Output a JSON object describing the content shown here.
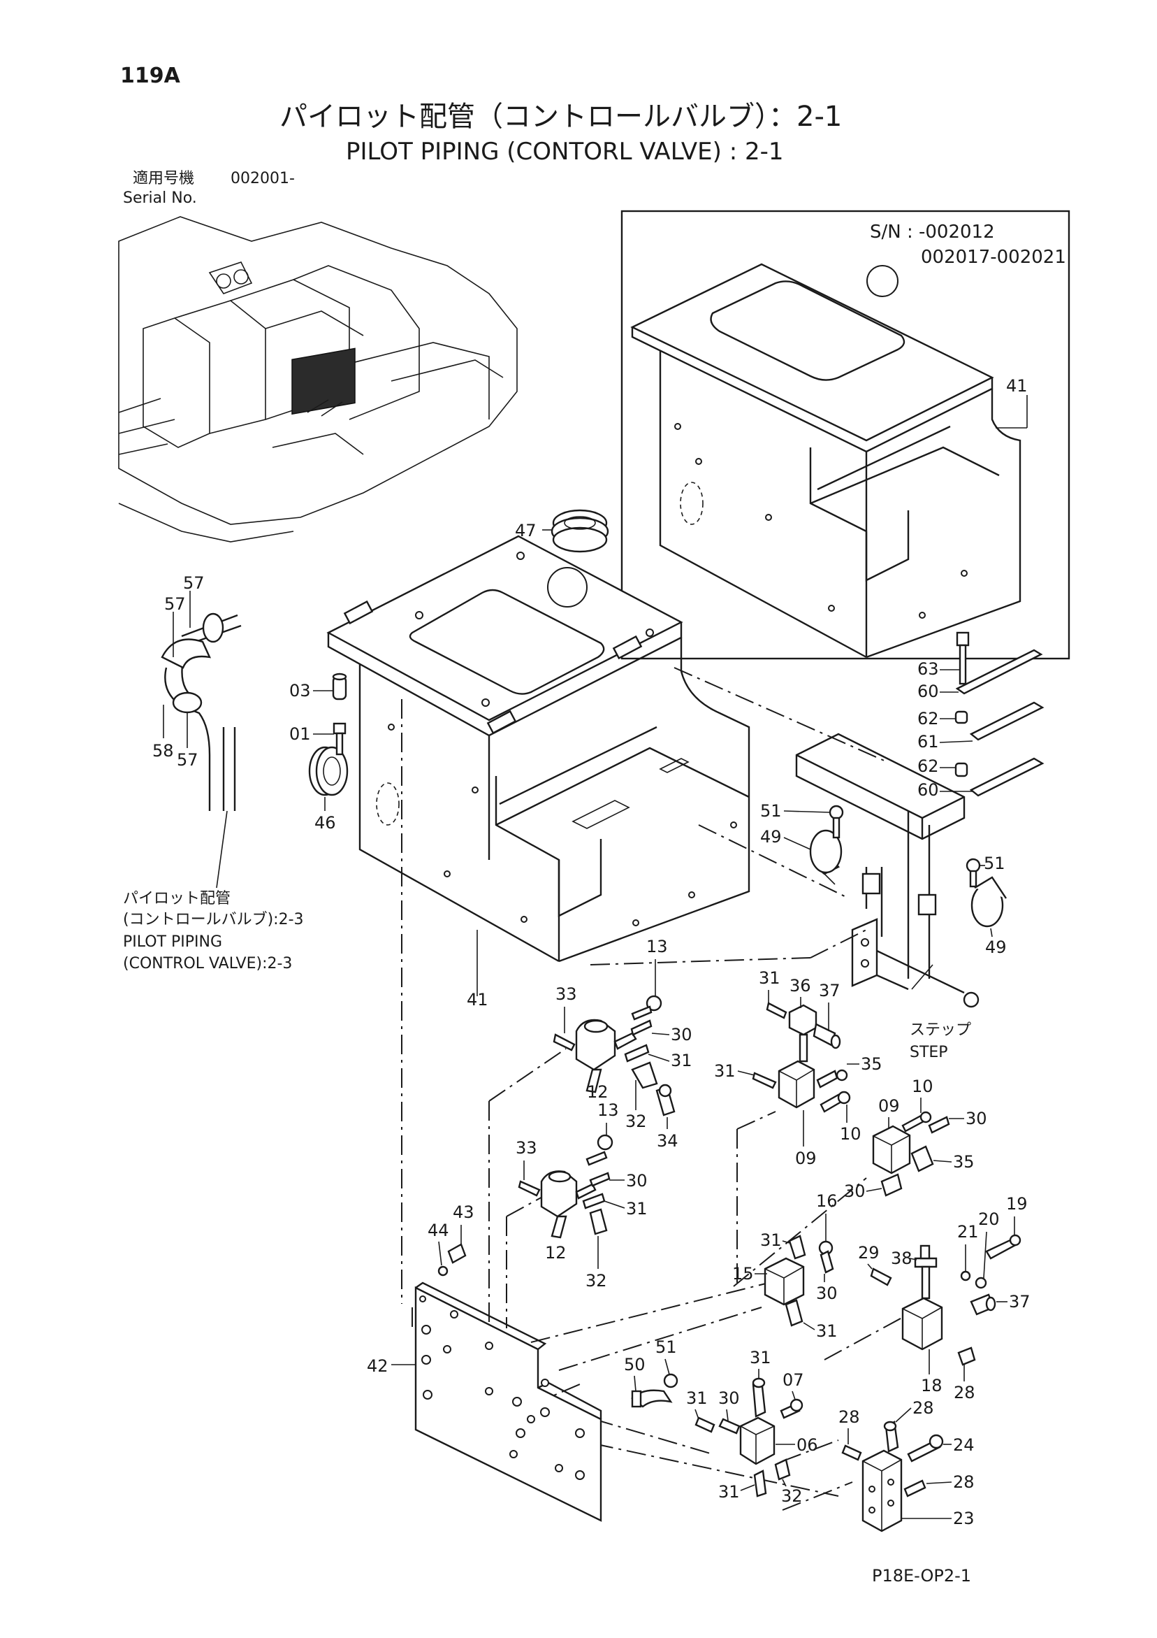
{
  "page": {
    "page_code": "119A",
    "title_jp": "パイロット配管（コントロールバルブ）：2-1",
    "title_en": "PILOT PIPING (CONTORL VALVE) : 2-1",
    "serial_label_jp": "適用号機",
    "serial_label_en": "Serial No.",
    "serial_value": "002001-",
    "inset_serial_1": "S/N : -002012",
    "inset_serial_2": "002017-002021",
    "ref_jp_1": "パイロット配管",
    "ref_jp_2": "(コントロールバルブ):2-3",
    "ref_en_1": "PILOT PIPING",
    "ref_en_2": "(CONTROL VALVE):2-3",
    "step_jp": "ステップ",
    "step_en": "STEP",
    "drawing_code": "P18E-OP2-1"
  },
  "parts": {
    "p41a": "41",
    "p41b": "41",
    "p47": "47",
    "p46": "46",
    "p57a": "57",
    "p57b": "57",
    "p57c": "57",
    "p58": "58",
    "p03": "03",
    "p01": "01",
    "p63": "63",
    "p60a": "60",
    "p62a": "62",
    "p61": "61",
    "p62b": "62",
    "p60b": "60",
    "p51a": "51",
    "p51b": "51",
    "p49a": "49",
    "p49b": "49",
    "p13a": "13",
    "p33a": "33",
    "p30a": "30",
    "p31a": "31",
    "p12a": "12",
    "p32a": "32",
    "p34": "34",
    "p13b": "13",
    "p33b": "33",
    "p30b": "30",
    "p31b": "31",
    "p12b": "12",
    "p32b": "32",
    "p31c": "31",
    "p36": "36",
    "p37a": "37",
    "p35a": "35",
    "p31d": "31",
    "p10a": "10",
    "p09a": "09",
    "p09b": "09",
    "p10b": "10",
    "p30c": "30",
    "p35b": "35",
    "p30d": "30",
    "p16": "16",
    "p31e": "31",
    "p15": "15",
    "p30e": "30",
    "p31f": "31",
    "p29": "29",
    "p38": "38",
    "p21": "21",
    "p20": "20",
    "p19": "19",
    "p37b": "37",
    "p18": "18",
    "p28a": "28",
    "p44": "44",
    "p43": "43",
    "p42": "42",
    "p51c": "51",
    "p50": "50",
    "p31g": "31",
    "p07": "07",
    "p31h": "31",
    "p30f": "30",
    "p06": "06",
    "p31i": "31",
    "p32c": "32",
    "p28b": "28",
    "p28c": "28",
    "p24": "24",
    "p28d": "28",
    "p23": "23"
  }
}
